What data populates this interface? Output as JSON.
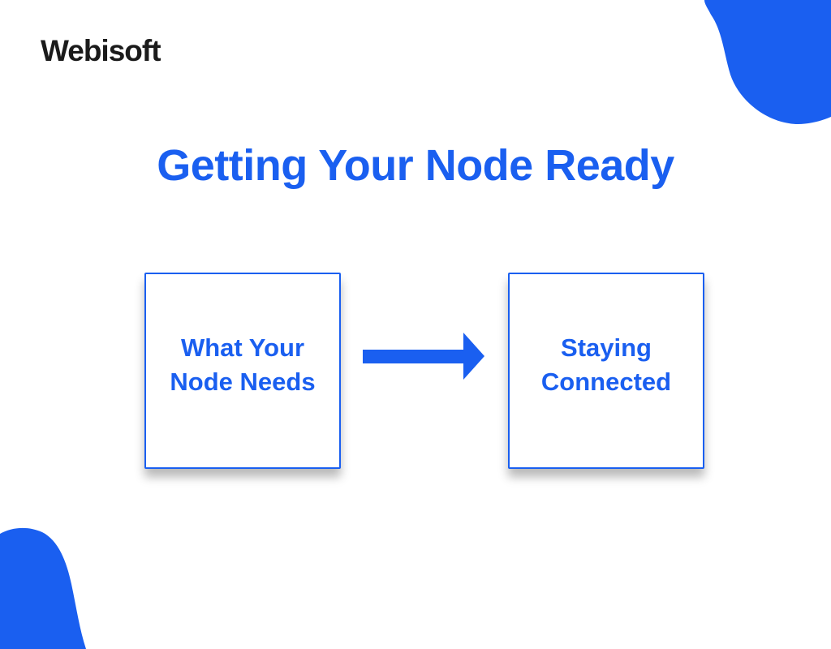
{
  "brand": {
    "logo_text": "Webisoft"
  },
  "diagram": {
    "title": "Getting Your Node Ready",
    "steps": [
      {
        "label_line1": "What Your",
        "label_line2": "Node Needs"
      },
      {
        "label_line1": "Staying",
        "label_line2": "Connected"
      }
    ],
    "connector": "right-arrow-icon"
  },
  "colors": {
    "accent": "#1a5ff0",
    "logo_text": "#1b1b1b",
    "background": "#ffffff"
  }
}
